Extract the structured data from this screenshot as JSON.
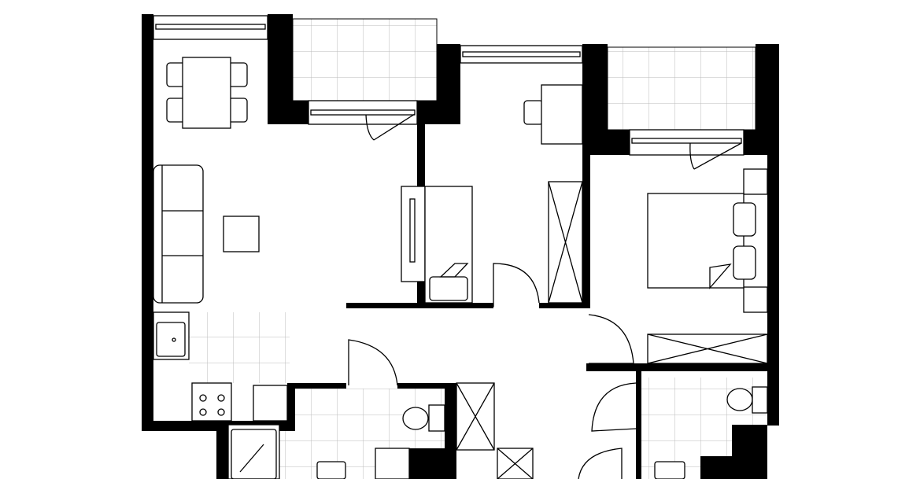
{
  "plan": {
    "colors": {
      "walls": "#000000",
      "background": "#ffffff",
      "tile_grid": "#bbbbbb"
    },
    "rooms": [
      "living-kitchen",
      "balcony",
      "balcony",
      "study",
      "bedroom",
      "bathroom",
      "bathroom",
      "hallway"
    ]
  }
}
